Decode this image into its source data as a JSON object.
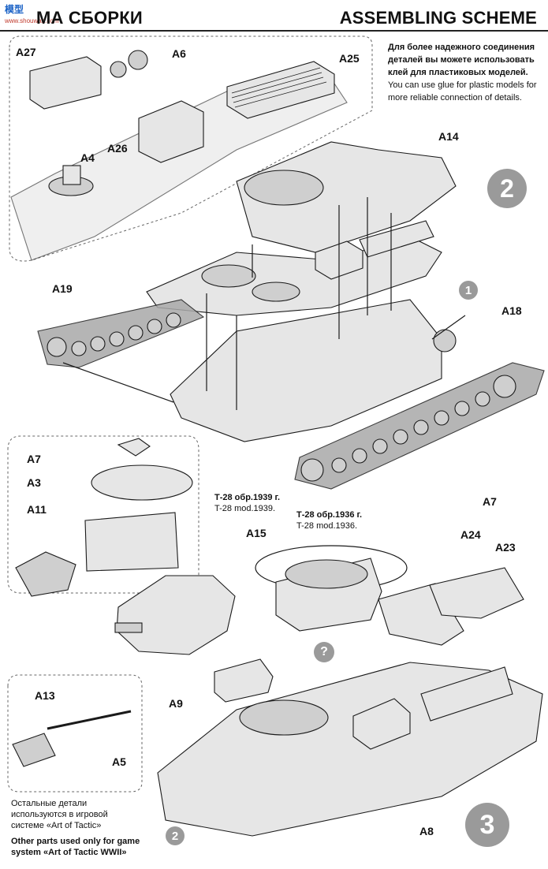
{
  "header": {
    "title_ru": "МА СБОРКИ",
    "title_en": "ASSEMBLING SCHEME",
    "watermark_cn": "模型",
    "watermark_url": "www.shouwan.com"
  },
  "note": {
    "ru": "Для более надежного соединения деталей вы можете использовать клей для пластиковых моделей.",
    "en": "You can use glue for plastic models for more reliable connection of details."
  },
  "variants": {
    "v1939_ru": "Т-28 обр.1939 г.",
    "v1939_en": "T-28 mod.1939.",
    "v1936_ru": "Т-28 обр.1936 г.",
    "v1936_en": "T-28 mod.1936."
  },
  "footnote": {
    "ru": "Остальные детали используются в игровой системе «Art of Tactic»",
    "en": "Other parts used only for game system «Art of Tactic WWII»"
  },
  "steps": {
    "two": "2",
    "three": "3",
    "one_ref": "1",
    "two_ref": "2",
    "question": "?"
  },
  "parts": {
    "a27": "A27",
    "a6": "A6",
    "a25": "A25",
    "a26": "A26",
    "a4": "A4",
    "a14": "A14",
    "a19": "A19",
    "a18": "A18",
    "a7_left": "A7",
    "a3": "A3",
    "a11": "A11",
    "a13": "A13",
    "a5": "A5",
    "a15": "A15",
    "a7_right": "A7",
    "a24": "A24",
    "a23": "A23",
    "a9": "A9",
    "a8": "A8"
  }
}
